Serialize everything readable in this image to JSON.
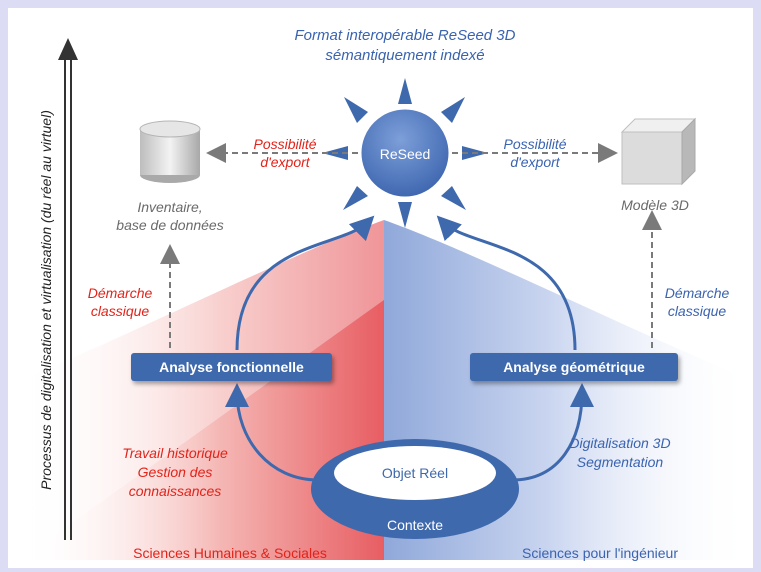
{
  "top_title": [
    "Format interopérable ReSeed 3D",
    "sémantiquement indexé"
  ],
  "center_label": "ReSeed",
  "left_export": [
    "Possibilité",
    "d'export"
  ],
  "right_export": [
    "Possibilité",
    "d'export"
  ],
  "left_db_label": [
    "Inventaire,",
    "base de données"
  ],
  "right_model_label": "Modèle 3D",
  "left_method": [
    "Démarche",
    "classique"
  ],
  "right_method": [
    "Démarche",
    "classique"
  ],
  "left_box": "Analyse fonctionnelle",
  "right_box": "Analyse géométrique",
  "left_process": [
    "Travail historique",
    "Gestion des",
    "connaissances"
  ],
  "right_process": [
    "Digitalisation 3D",
    "Segmentation"
  ],
  "object_label": "Objet Réel",
  "context_label": "Contexte",
  "bottom_left": "Sciences Humaines & Sociales",
  "bottom_right": "Sciences pour l'ingénieur",
  "vertical_axis": "Processus de digitalisation et virtualisation (du réel au virtuel)",
  "colors": {
    "red": "#e2231a",
    "blue": "#3a63b0",
    "box": "#3f69ad"
  }
}
